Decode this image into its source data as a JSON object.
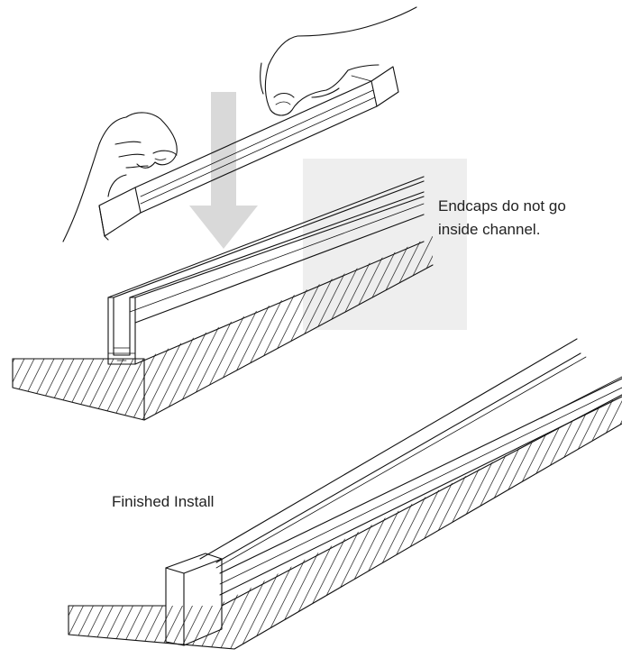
{
  "figure": {
    "callouts": {
      "endcaps_line1": "Endcaps do not go",
      "endcaps_line2": "inside channel.",
      "finished": "Finished Install"
    },
    "colors": {
      "line": "#111111",
      "arrow_fill": "#d9d9d9",
      "shadow_fill": "#eeeeee",
      "text": "#222222"
    },
    "steps": [
      "insert-diffuser-lens",
      "finished-install"
    ]
  }
}
